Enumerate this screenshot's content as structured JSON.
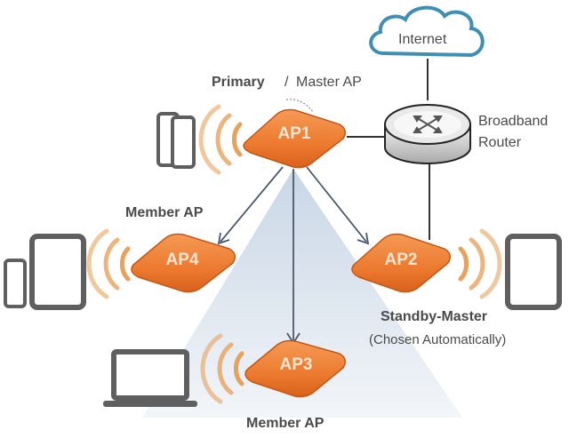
{
  "diagram": {
    "internet_label": "Internet",
    "router_label_line1": "Broadband",
    "router_label_line2": "Router",
    "primary_label_a": "Primary",
    "primary_label_sep": "/",
    "primary_label_b": "Master AP",
    "member_ap_label_left": "Member AP",
    "member_ap_label_bottom": "Member AP",
    "standby_label": "Standby-Master",
    "standby_sublabel": "(Chosen Automatically)",
    "access_points": [
      {
        "id": "AP1",
        "role": "primary-master"
      },
      {
        "id": "AP4",
        "role": "member"
      },
      {
        "id": "AP2",
        "role": "standby-master"
      },
      {
        "id": "AP3",
        "role": "member"
      }
    ],
    "client_devices": {
      "ap1": [
        "phone-icon",
        "phone-icon"
      ],
      "ap4": [
        "phone-icon",
        "tablet-icon"
      ],
      "ap2": [
        "tablet-icon"
      ],
      "ap3": [
        "laptop-icon"
      ]
    },
    "colors": {
      "ap_orange": "#ee7a2e",
      "ap_orange_dark": "#d4601a",
      "cloud_stroke": "#3f8fb5",
      "link_line": "#333333",
      "arrow_line": "#4a5a6a",
      "coverage_fill": "#c9d7e6",
      "wifi_wave": "#e8a25c",
      "device_gray": "#5f5f5f"
    }
  }
}
